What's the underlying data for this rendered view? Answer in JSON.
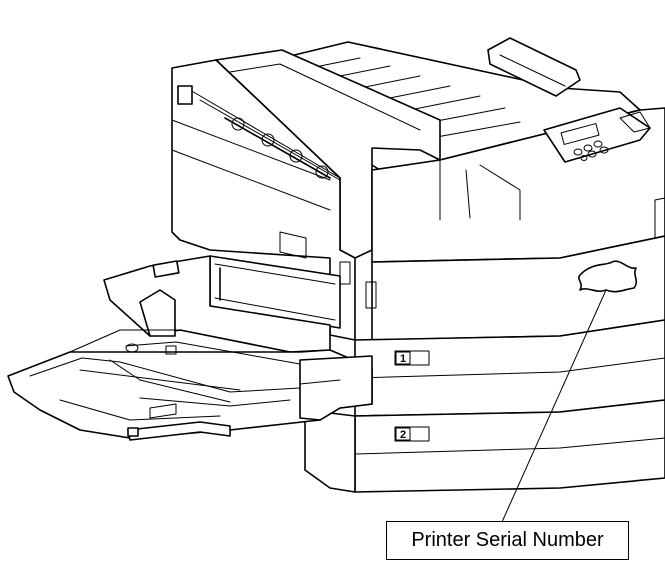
{
  "callout": {
    "label": "Printer Serial Number"
  },
  "trays": [
    {
      "number": "1"
    },
    {
      "number": "2"
    }
  ]
}
